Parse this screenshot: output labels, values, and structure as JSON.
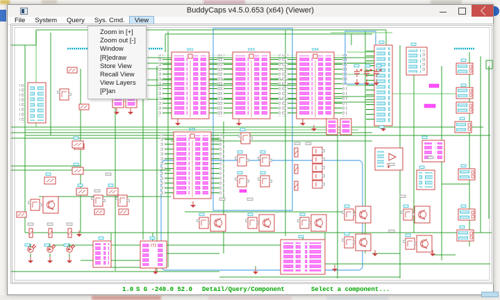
{
  "window": {
    "title": "BuddyCaps v4.5.0.653 (x64) (Viewer)"
  },
  "menu": {
    "items": [
      "File",
      "System",
      "Query",
      "Sys. Cmd.",
      "View"
    ]
  },
  "view_menu": {
    "items": [
      "Zoom in [+]",
      "Zoom out [-]",
      "Window",
      "[R]edraw",
      "Store View",
      "Recall View",
      "View Layers",
      "[P]an"
    ]
  },
  "statusbar": {
    "scale": "1.0",
    "readout": "S G -240.0 52.0",
    "context": "Detail/Query/Component",
    "prompt": "Select a component...",
    "text_color": "#00a400"
  },
  "schematic": {
    "ic_labels": [
      "D02",
      "D03",
      "D04",
      "D05"
    ],
    "counter_label": "CT2",
    "colors": {
      "wire": "#2da02d",
      "wire_highlight": "#9fdc9f",
      "component_outline": "#cc4444",
      "pin_bar": "#ff7dff",
      "pin_label": "#18b0c8",
      "group_box": "#58a8e8",
      "ground": "#cc4444"
    }
  }
}
